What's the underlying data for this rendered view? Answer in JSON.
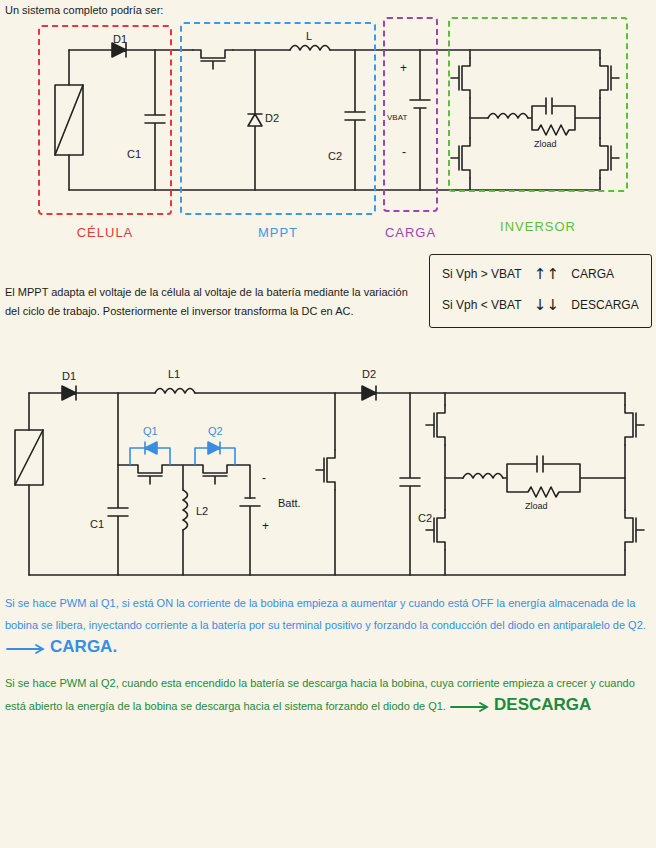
{
  "diagram": {
    "title": "Un sistema completo podría ser:",
    "nodes": [
      {
        "text": [
          "CÉLULA"
        ]
      },
      {
        "text": [
          "MPPT"
        ]
      },
      {
        "text": [
          "CARGA"
        ]
      },
      {
        "text": [
          "INVERSOR"
        ]
      },
      {
        "text": [
          "Si Vph > VBAT",
          "↑↑",
          "CARGA",
          "Si Vph < VBAT",
          "↓↓",
          "DESCARGA"
        ]
      }
    ],
    "labels": [
      "D1",
      "C1",
      "L",
      "D2",
      "C2",
      "+",
      "VBAT",
      "-",
      "Zload",
      "El MPPT adapta el voltaje de la célula al voltaje de la batería mediante la variación del ciclo de trabajo. Posteriormente el inversor transforma la DC en AC.",
      "D1",
      "L1",
      "D2",
      "Q1",
      "Q2",
      "C1",
      "L2",
      "-",
      "+",
      "Batt.",
      "C2",
      "Zload",
      "Si se hace PWM al Q1, si está ON la corriente de la bobina empieza a aumentar y cuando está OFF la energía almacenada de la bobina se libera, inyectando corriente a la batería por su terminal positivo y forzando la conducción del diodo en antiparalelo de Q2.",
      "CARGA.",
      "Si se hace PWM al Q2, cuando esta encendido la batería se descarga hacia la bobina, cuya corriente empieza a crecer y cuando está abierto la energía de la bobina se descarga hacia el sistema forzando el diodo de Q1.",
      "DESCARGA"
    ]
  }
}
